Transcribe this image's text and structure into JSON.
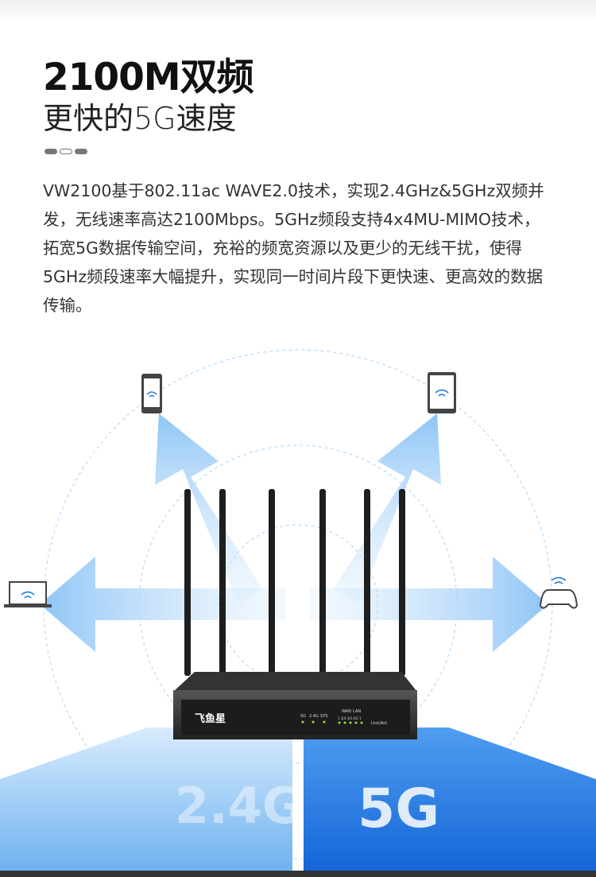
{
  "header": {
    "title": "2100M双频",
    "subtitle": "更快的5G速度"
  },
  "description": "VW2100基于802.11ac WAVE2.0技术，实现2.4GHz&5GHz双频并发，无线速率高达2100Mbps。5GHz频段支持4x4MU-MIMO技术，拓宽5G数据传输空间，充裕的频宽资源以及更少的无线干扰，使得5GHz频段速率大幅提升，实现同一时间片段下更快速、更高效的数据传输。",
  "router": {
    "brand": "飞鱼星",
    "leds": {
      "g5": "5G",
      "g24": "2.4G",
      "sys": "SYS",
      "wan": "WAN",
      "lan": "LAN",
      "ports": "1  3/4 3/3 4/2 1",
      "link": "Link/Act"
    }
  },
  "bands": {
    "left": "2.4G",
    "right": "5G"
  },
  "colors": {
    "accent": "#1a73e8",
    "light": "#8ec5f5"
  }
}
